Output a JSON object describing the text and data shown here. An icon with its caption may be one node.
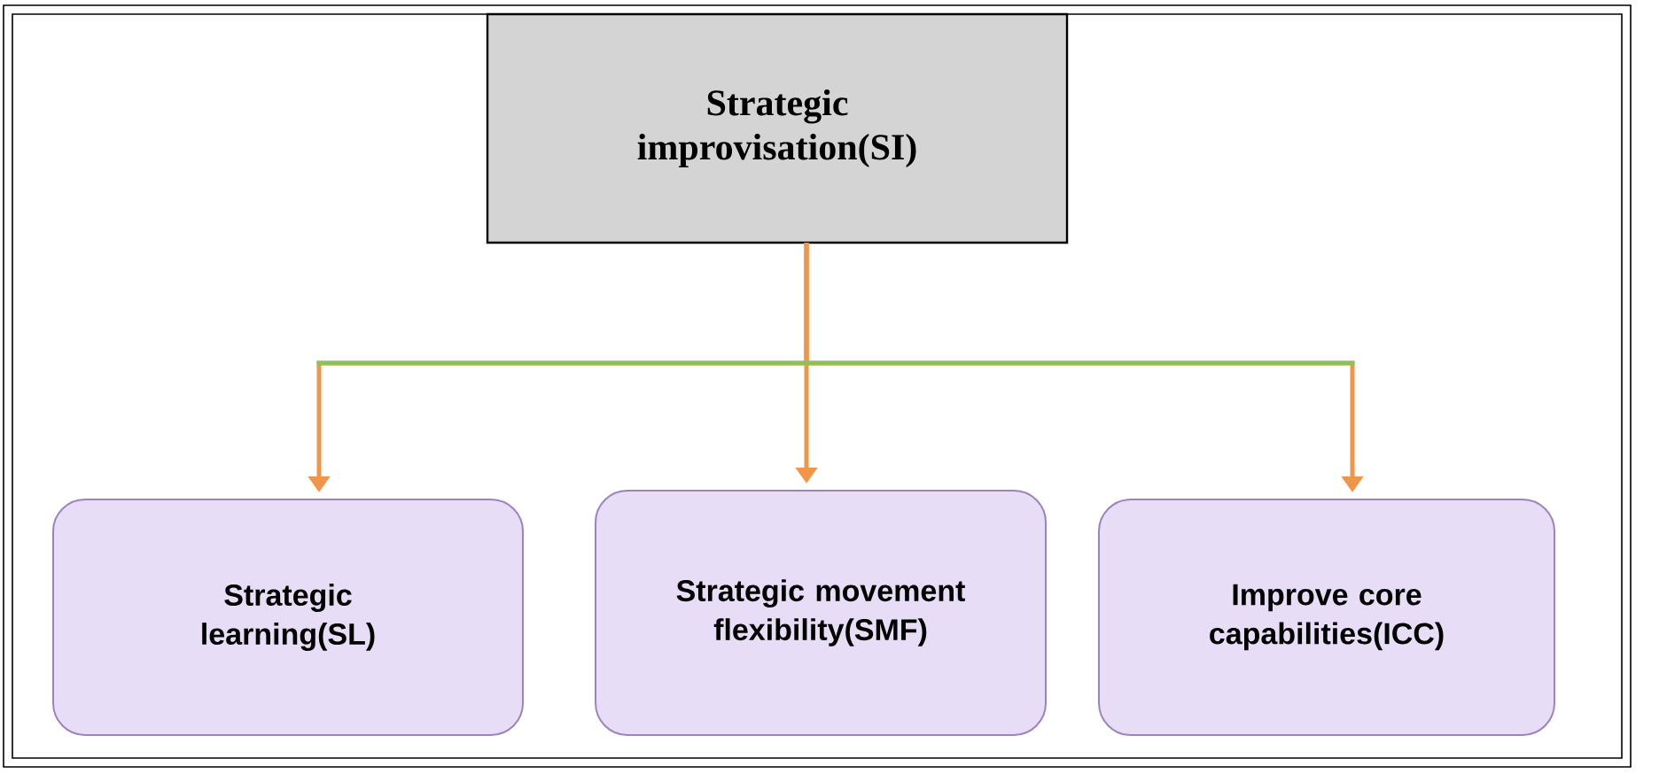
{
  "diagram": {
    "nodes": [
      {
        "text": [
          "Strategic improvisation(SI)"
        ]
      },
      {
        "text": [
          "Strategic learning(SL)"
        ]
      },
      {
        "text": [
          "Strategic movement flexibility(SMF)"
        ]
      },
      {
        "text": [
          "Improve core capabilities(ICC)"
        ]
      }
    ],
    "edges": [
      {
        "from": 0,
        "to": 1,
        "arrow": "to"
      },
      {
        "from": 0,
        "to": 2,
        "arrow": "to"
      },
      {
        "from": 0,
        "to": 3,
        "arrow": "to"
      }
    ]
  }
}
